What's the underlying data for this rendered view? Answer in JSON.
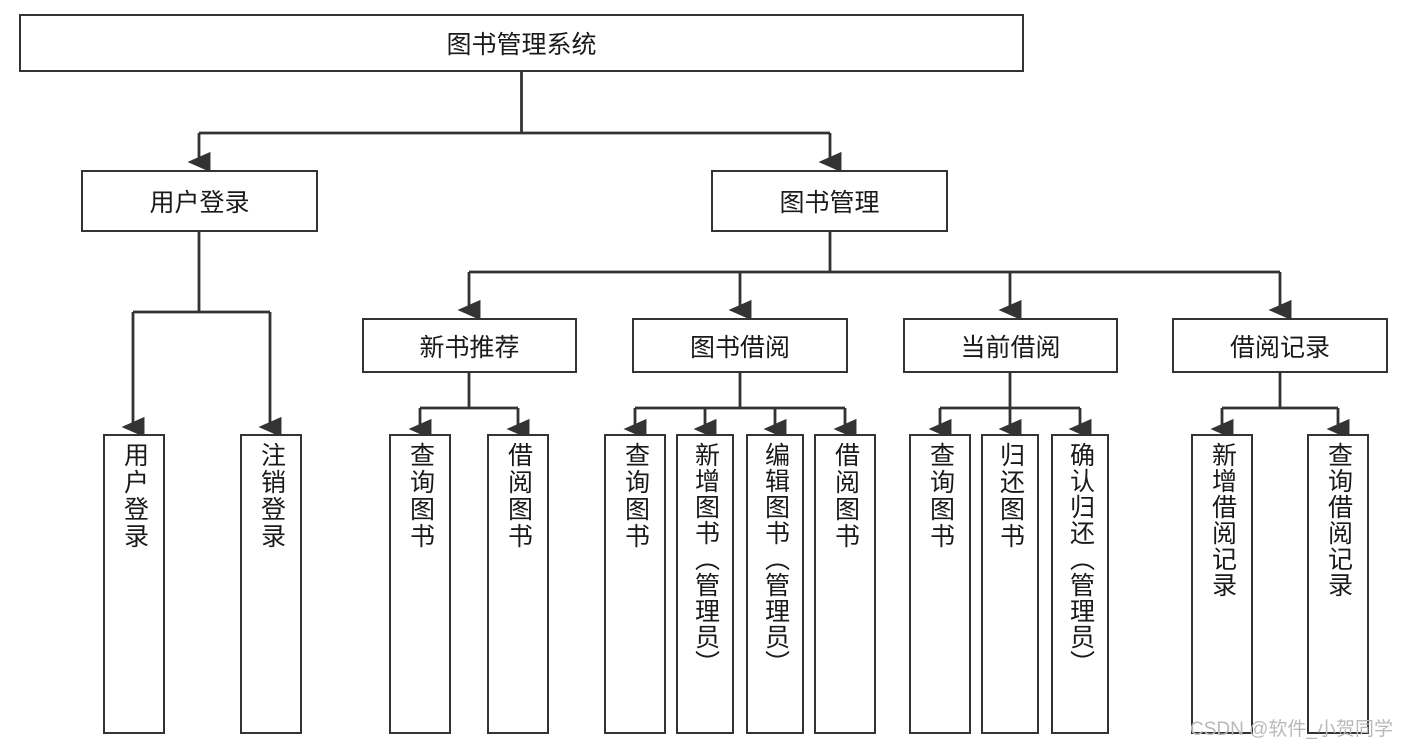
{
  "diagram": {
    "type": "hierarchy-tree",
    "title": "图书管理系统",
    "root": {
      "label": "图书管理系统",
      "orientation": "horizontal"
    },
    "level2": [
      {
        "label": "用户登录",
        "orientation": "horizontal"
      },
      {
        "label": "图书管理",
        "orientation": "horizontal"
      }
    ],
    "level3": [
      {
        "label": "新书推荐",
        "orientation": "horizontal"
      },
      {
        "label": "图书借阅",
        "orientation": "horizontal"
      },
      {
        "label": "当前借阅",
        "orientation": "horizontal"
      },
      {
        "label": "借阅记录",
        "orientation": "horizontal"
      }
    ],
    "leaves_user_login": [
      {
        "label": "用户登录",
        "orientation": "vertical"
      },
      {
        "label": "注销登录",
        "orientation": "vertical"
      }
    ],
    "leaves_new_book": [
      {
        "label": "查询图书",
        "orientation": "vertical"
      },
      {
        "label": "借阅图书",
        "orientation": "vertical"
      }
    ],
    "leaves_borrow": [
      {
        "label": "查询图书",
        "orientation": "vertical"
      },
      {
        "label": "新增图书（管理员）",
        "orientation": "vertical"
      },
      {
        "label": "编辑图书（管理员）",
        "orientation": "vertical"
      },
      {
        "label": "借阅图书",
        "orientation": "vertical"
      }
    ],
    "leaves_current": [
      {
        "label": "查询图书",
        "orientation": "vertical"
      },
      {
        "label": "归还图书",
        "orientation": "vertical"
      },
      {
        "label": "确认归还（管理员）",
        "orientation": "vertical"
      }
    ],
    "leaves_records": [
      {
        "label": "新增借阅记录",
        "orientation": "vertical"
      },
      {
        "label": "查询借阅记录",
        "orientation": "vertical"
      }
    ],
    "colors": {
      "stroke": "#333333",
      "box_fill": "#ffffff",
      "text": "#1a1a1a",
      "watermark": "#b9b9b9",
      "background": "#ffffff"
    }
  },
  "watermark": {
    "text": "CSDN @软件_小贺同学"
  }
}
